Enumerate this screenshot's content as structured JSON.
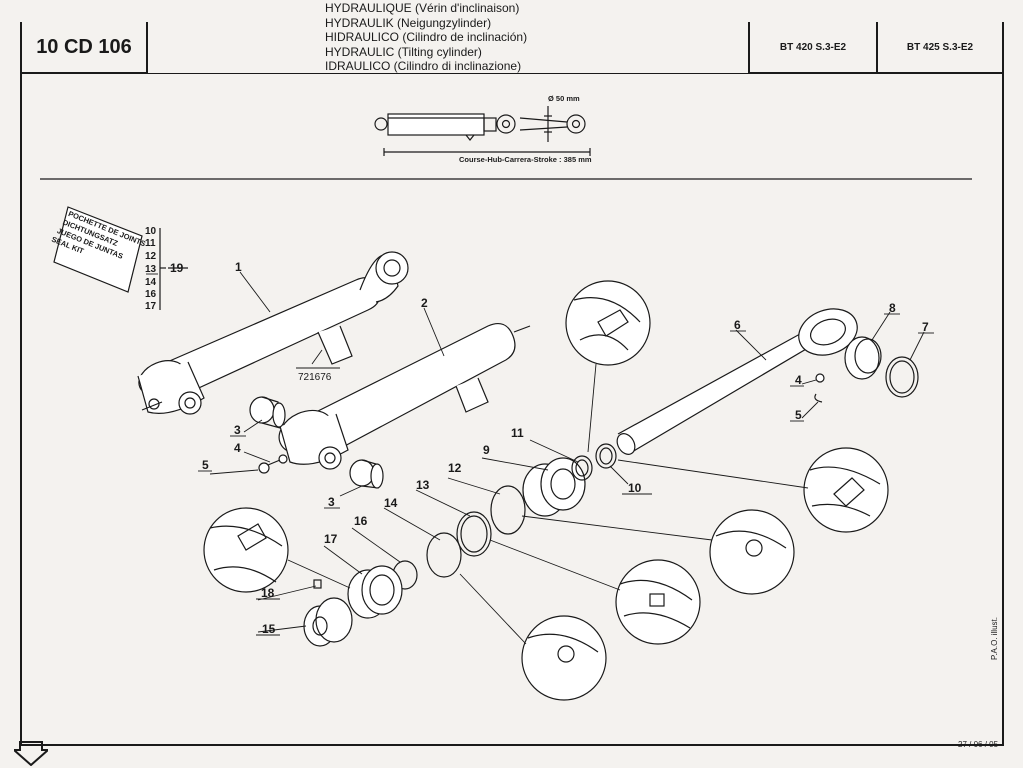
{
  "header": {
    "doc_code": "10 CD 106",
    "titles": [
      "HYDRAULIQUE (Vérin d'inclinaison)",
      "HYDRAULIK (Neigungzylinder)",
      "HIDRAULICO (Cilindro de inclinación)",
      "HYDRAULIC (Tilting cylinder)",
      "IDRAULICO (Cilindro di inclinazione)"
    ],
    "models": [
      "BT 420 S.3-E2",
      "BT 425 S.3-E2"
    ]
  },
  "overview": {
    "diameter": "Ø 50 mm",
    "stroke": "Course-Hub-Carrera-Stroke : 385 mm"
  },
  "seal_kit": {
    "lines": [
      "POCHETTE DE JOINTS",
      "DICHTUNGSATZ",
      "JUEGO DE JUNTAS",
      "SEAL KIT"
    ],
    "items": [
      "10",
      "11",
      "12",
      "13",
      "14",
      "16",
      "17"
    ],
    "ref": "19"
  },
  "part_numbers": {
    "p1": "1",
    "p2": "2",
    "p3a": "3",
    "p3b": "3",
    "p4a": "4",
    "p4b": "4",
    "p5a": "5",
    "p5b": "5",
    "p6": "6",
    "p7": "7",
    "p8": "8",
    "p9": "9",
    "p10": "10",
    "p11": "11",
    "p12": "12",
    "p13": "13",
    "p14": "14",
    "p15": "15",
    "p16": "16",
    "p17": "17",
    "p18": "18",
    "ref_721676": "721676"
  },
  "footer": {
    "credit": "P.A.O. illust.",
    "date": "27 / 06 / 05"
  }
}
